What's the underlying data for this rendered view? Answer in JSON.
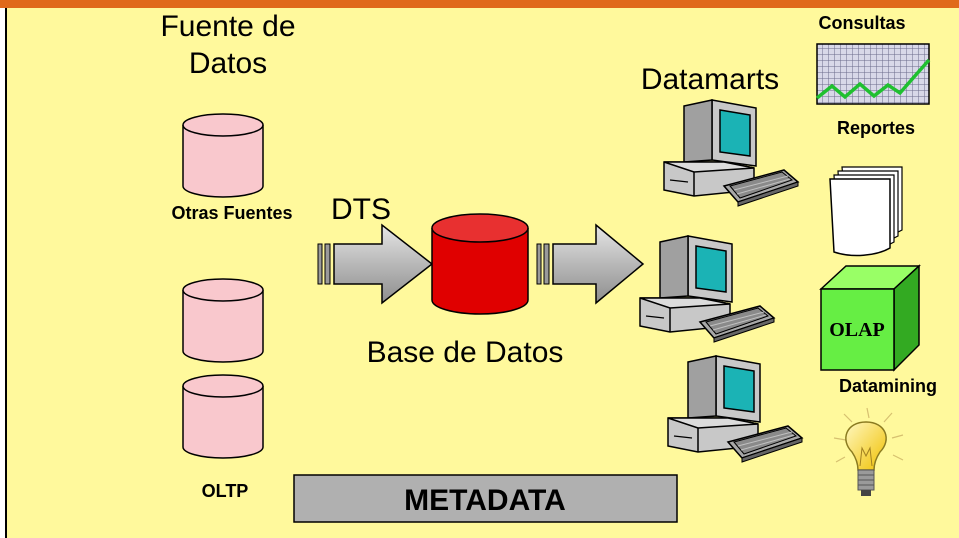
{
  "colors": {
    "background": "#FFF99C",
    "top_bar": "#E06A1B",
    "source_db": "#F9C8CD",
    "central_db": "#E00000",
    "olap_cube": "#66EE44",
    "metadata_bar": "#B0B0B0",
    "monitor_screen": "#1BB3B5"
  },
  "labels": {
    "source_title_line1": "Fuente de",
    "source_title_line2": "Datos",
    "other_sources": "Otras Fuentes",
    "oltp": "OLTP",
    "dts": "DTS",
    "database": "Base de Datos",
    "datamarts": "Datamarts",
    "queries": "Consultas",
    "reports": "Reportes",
    "olap": "OLAP",
    "datamining": "Datamining",
    "metadata": "METADATA"
  },
  "icons": [
    "database-cylinder-icon",
    "arrow-icon",
    "computer-terminal-icon",
    "line-chart-icon",
    "document-stack-icon",
    "olap-cube-icon",
    "light-bulb-icon"
  ]
}
